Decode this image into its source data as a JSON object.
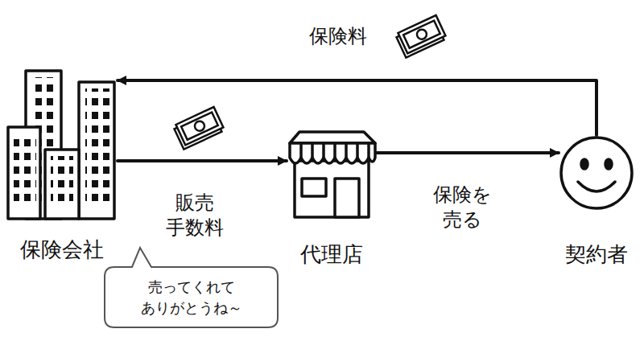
{
  "diagram": {
    "nodes": [
      {
        "text": [
          "保険会社"
        ]
      },
      {
        "text": [
          "代理店"
        ]
      },
      {
        "text": [
          "契約者"
        ]
      },
      {
        "text": [
          "売ってくれて ありがとうね～"
        ]
      }
    ],
    "edges": [
      {
        "from": 2,
        "to": 0,
        "label": "保険料",
        "arrow": "to"
      },
      {
        "from": 0,
        "to": 1,
        "label": "販売 手数料",
        "arrow": "to"
      },
      {
        "from": 1,
        "to": 2,
        "label": "保険を 売る",
        "arrow": "to"
      }
    ]
  }
}
